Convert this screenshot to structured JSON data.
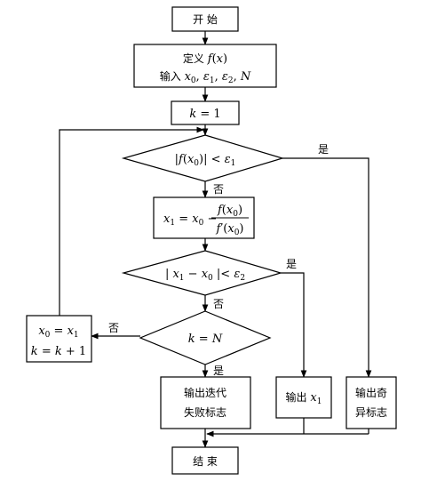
{
  "nodes": {
    "start": "开 始",
    "define_line1": "定义 f(x)",
    "define_line2": "输入 x₀, ε₁, ε₂, N",
    "init_k": "k = 1",
    "check_f": "|f(x₀)| < ε₁",
    "newton_step": "x₁ = x₀ − f(x₀) / f′(x₀)",
    "check_conv": "|x₁ − x₀| < ε₂",
    "check_k": "k = N",
    "update_line1": "x₀ = x₁",
    "update_line2": "k = k + 1",
    "fail_line1": "输出迭代",
    "fail_line2": "失败标志",
    "output_x1": "输出 x₁",
    "singular_line1": "输出奇",
    "singular_line2": "异标志",
    "end": "结 束"
  },
  "edge_labels": {
    "yes_f": "是",
    "no_f": "否",
    "yes_conv": "是",
    "no_conv": "否",
    "no_k": "否",
    "yes_k": "是"
  }
}
